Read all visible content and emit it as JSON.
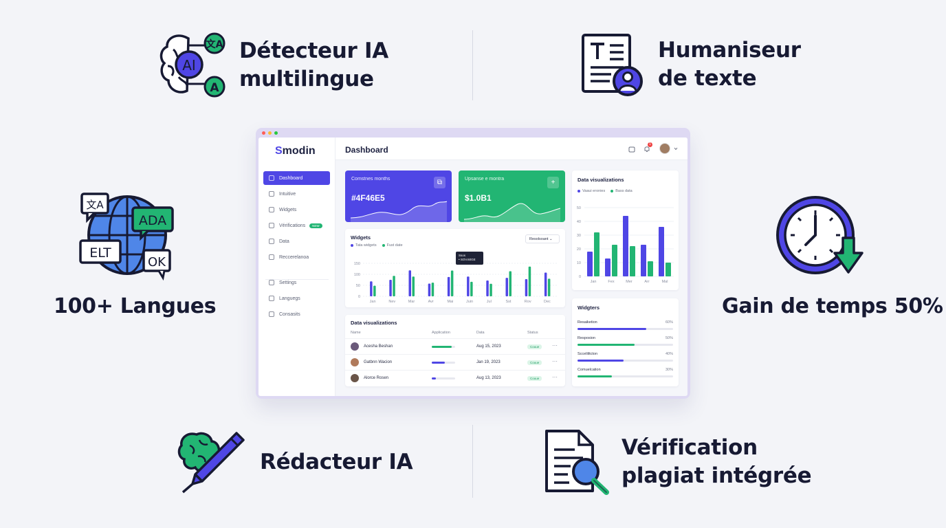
{
  "features": {
    "detector": {
      "line1": "Détecteur IA",
      "line2": "multilingue"
    },
    "humanizer": {
      "line1": "Humaniseur",
      "line2": "de texte"
    },
    "languages": "100+ Langues",
    "time": "Gain de temps 50%",
    "writer": "Rédacteur IA",
    "plagiarism": {
      "line1": "Vérification",
      "line2": "plagiat intégrée"
    }
  },
  "icons": {
    "detector": "brain-ai-translate-icon",
    "humanizer": "document-user-icon",
    "languages": "globe-speech-bubbles-icon",
    "time": "clock-download-icon",
    "writer": "brain-pen-icon",
    "plagiarism": "document-magnifier-icon",
    "lang_bubbles": {
      "b1": "文A",
      "b2": "ADA",
      "b3": "ELT",
      "b4": "OK"
    },
    "detector_badges": {
      "ai": "AI",
      "a": "A",
      "t": "文A"
    }
  },
  "colors": {
    "accent": "#4f46e5",
    "green": "#22b573",
    "dark": "#171a33"
  },
  "app": {
    "logo_s": "S",
    "logo_rest": "modin",
    "title": "Dashboard",
    "notifications": "1",
    "nav": [
      {
        "label": "Dashboard",
        "active": true
      },
      {
        "label": "Intuitive"
      },
      {
        "label": "Widgets"
      },
      {
        "label": "Vérifications",
        "badge": "NEW"
      },
      {
        "label": "Data"
      },
      {
        "label": "Reccerelanoa"
      }
    ],
    "nav2": [
      "Settings",
      "Languegs",
      "Consasits"
    ],
    "stat1": {
      "label": "Comstnes months",
      "value": "#4F46E5",
      "color": "#4f46e5"
    },
    "stat2": {
      "label": "Upsanse e montra",
      "value": "$1.0B1",
      "color": "#22b573"
    },
    "widgets": {
      "title": "Widgets",
      "legend": [
        "Tata widgets",
        "Fust date"
      ],
      "dropdown": "Resolsoant",
      "tooltip": {
        "l1": "Ssos",
        "l2": "• SOV.60GE"
      },
      "chart_data": {
        "type": "bar",
        "categories": [
          "Jan",
          "Nev",
          "Mar",
          "Avr",
          "Mai",
          "Juin",
          "Jul",
          "Sst",
          "Rov",
          "Dec"
        ],
        "yticks": [
          "150",
          "100",
          "50",
          "0"
        ],
        "series": [
          {
            "name": "Tata widgets",
            "values": [
              68,
              75,
              118,
              58,
              88,
              90,
              72,
              84,
              78,
              108
            ]
          },
          {
            "name": "Fust date",
            "values": [
              48,
              93,
              90,
              62,
              117,
              66,
              57,
              114,
              135,
              80
            ]
          }
        ],
        "ylim": [
          0,
          150
        ]
      }
    },
    "dataviz": {
      "title": "Data visualizations",
      "legend": [
        "Vaaui eronies",
        "Bass data"
      ],
      "chart_data": {
        "type": "bar",
        "categories": [
          "Jan",
          "Fex",
          "Mer",
          "Arr",
          "Mal"
        ],
        "yticks": [
          "50",
          "40",
          "30",
          "20",
          "10",
          "0"
        ],
        "series": [
          {
            "name": "Vaaui eronies",
            "values": [
              18,
              13,
              44,
              23,
              36
            ]
          },
          {
            "name": "Bass data",
            "values": [
              32,
              23,
              22,
              11,
              10
            ]
          }
        ],
        "ylim": [
          0,
          50
        ]
      }
    },
    "table": {
      "title": "Data visualizations",
      "headers": [
        "Name",
        "Application",
        "Data",
        "Status"
      ],
      "rows": [
        {
          "name": "Acesha Beshan",
          "progress": 0.85,
          "date": "Aug 15, 2023",
          "status": "Couue"
        },
        {
          "name": "Gatbnn Wacion",
          "progress": 0.55,
          "date": "Jan 19, 2023",
          "status": "Couue"
        },
        {
          "name": "Alorce Rosen",
          "progress": 0.18,
          "date": "Aug 13, 2023",
          "status": "Couue"
        }
      ]
    },
    "progress": {
      "title": "Widgters",
      "items": [
        {
          "label": "Resaiketion",
          "pct": "60%",
          "value": 0.6,
          "color": "#4f46e5"
        },
        {
          "label": "Resposion",
          "pct": "50%",
          "value": 0.5,
          "color": "#22b573"
        },
        {
          "label": "Sccelilitcton",
          "pct": "40%",
          "value": 0.4,
          "color": "#4f46e5"
        },
        {
          "label": "Comuelcation",
          "pct": "30%",
          "value": 0.3,
          "color": "#22b573"
        }
      ]
    }
  }
}
